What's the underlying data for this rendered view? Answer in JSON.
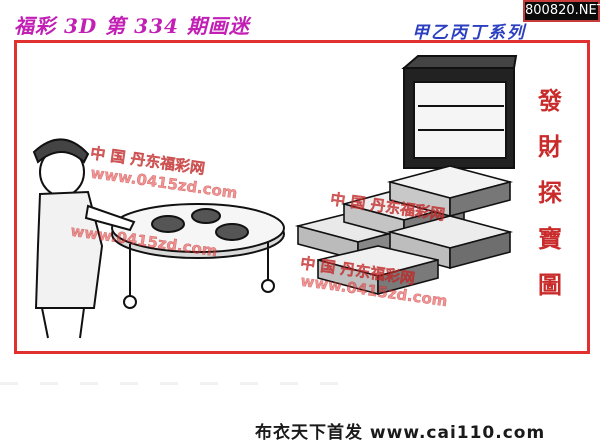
{
  "header": {
    "title": "福彩 3D 第 334 期画迷",
    "series": "甲乙丙丁系列",
    "site_badge": "800820.NET"
  },
  "vertical_title": [
    "發",
    "財",
    "探",
    "寶",
    "圖"
  ],
  "watermarks": {
    "site_name": "中 国   丹东福彩网",
    "site_url": "www.0415zd.com"
  },
  "footer": {
    "text": "布衣天下首发 www.cai110.com"
  },
  "colors": {
    "title": "#c21fb5",
    "series": "#2b3fbf",
    "frame": "#e03030",
    "vertical": "#c92b2b",
    "watermark": "#e63c3c"
  }
}
